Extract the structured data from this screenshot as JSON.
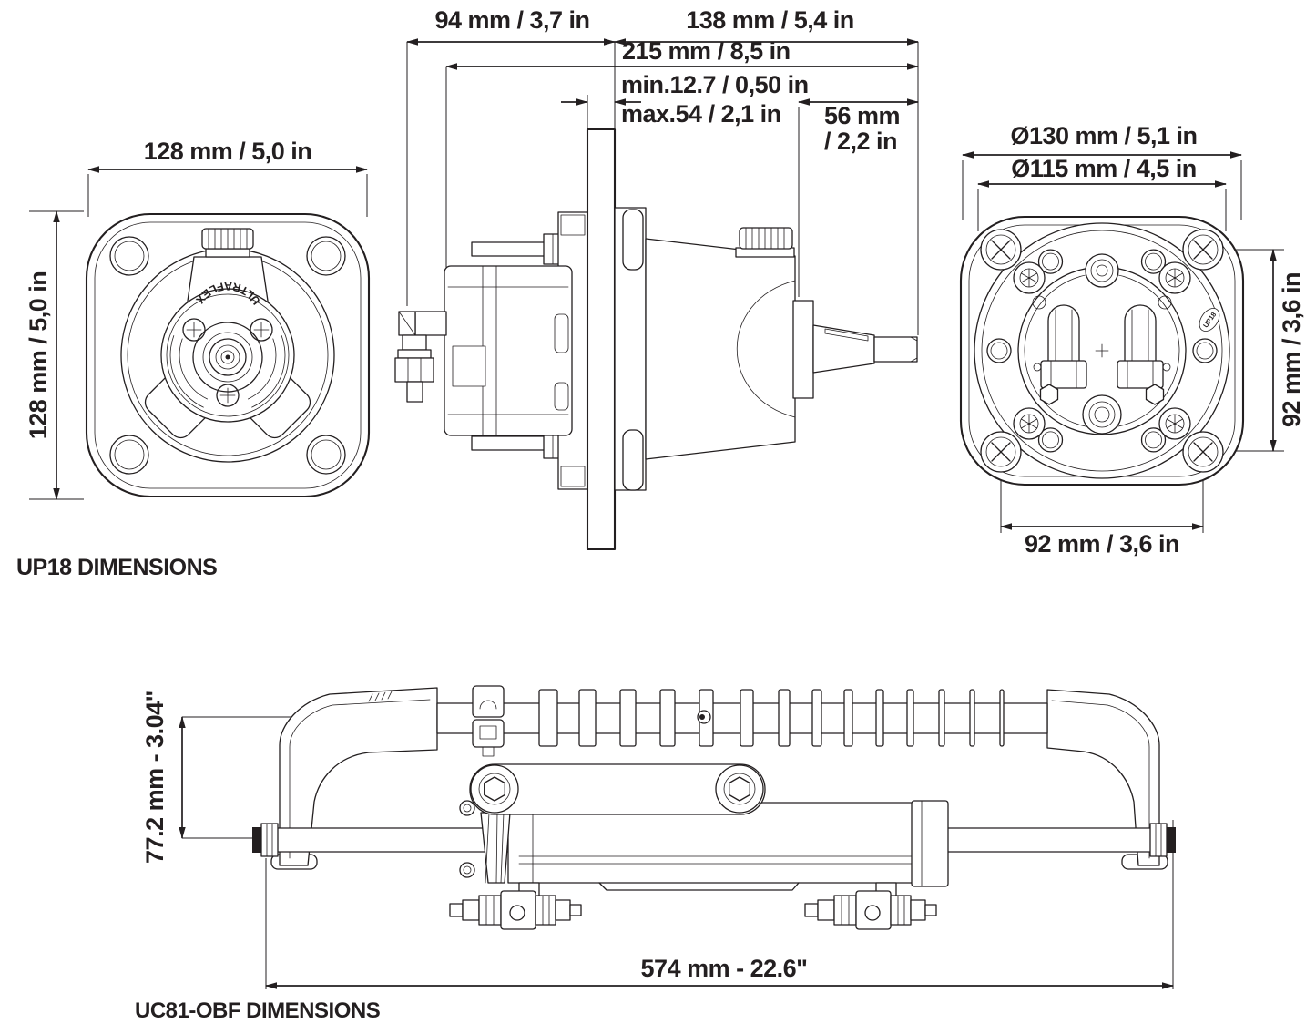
{
  "ink": "#231f20",
  "up18": {
    "title": "UP18 DIMENSIONS",
    "front": {
      "width_label": "128 mm / 5,0 in",
      "height_label": "128 mm / 5,0 in",
      "brand": "ULTRAFLEX"
    },
    "side": {
      "behind_dash_label": "94 mm / 3,7 in",
      "in_front_label": "138 mm / 5,4 in",
      "total_label": "215 mm / 8,5 in",
      "panel_min_label": "min.12.7 / 0,50 in",
      "panel_max_label": "max.54 / 2,1 in",
      "shaft_label_line1": "56 mm",
      "shaft_label_line2": "/ 2,2 in"
    },
    "rear": {
      "outer_dia_label": "Ø130 mm / 5,1 in",
      "bolt_circle_label": "Ø115 mm / 4,5 in",
      "bolt_spacing_vertical": "92 mm / 3,6 in",
      "bolt_spacing_horizontal": "92 mm / 3,6 in",
      "badge": "UP18"
    }
  },
  "uc81": {
    "title": "UC81-OBF DIMENSIONS",
    "height_label": "77.2 mm - 3.04\"",
    "length_label": "574 mm - 22.6\""
  }
}
